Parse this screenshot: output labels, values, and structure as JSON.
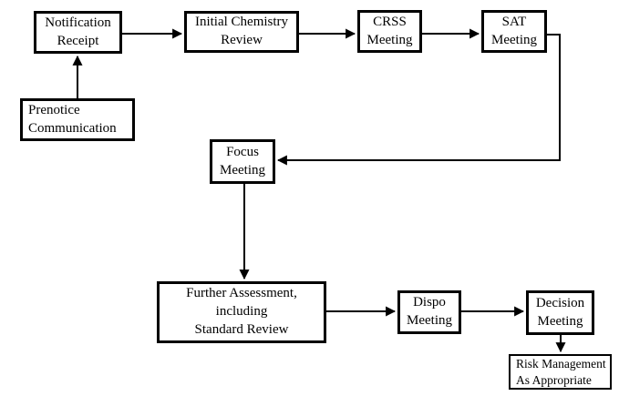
{
  "diagram": {
    "type": "flowchart",
    "background_color": "#ffffff",
    "box_border_color": "#000000",
    "line_color": "#000000",
    "text_color": "#000000",
    "nodes": {
      "notification_receipt": {
        "label": "Notification\nReceipt"
      },
      "initial_chemistry_review": {
        "label": "Initial Chemistry\nReview"
      },
      "crss_meeting": {
        "label": "CRSS\nMeeting"
      },
      "sat_meeting": {
        "label": "SAT\nMeeting"
      },
      "prenotice_communication": {
        "label": "Prenotice\nCommunication"
      },
      "focus_meeting": {
        "label": "Focus\nMeeting"
      },
      "further_assessment": {
        "label": "Further Assessment,\nincluding\nStandard Review"
      },
      "dispo_meeting": {
        "label": "Dispo\nMeeting"
      },
      "decision_meeting": {
        "label": "Decision\nMeeting"
      },
      "risk_management": {
        "label": "Risk Management\nAs Appropriate"
      }
    },
    "edges": [
      {
        "from": "prenotice_communication",
        "to": "notification_receipt"
      },
      {
        "from": "notification_receipt",
        "to": "initial_chemistry_review"
      },
      {
        "from": "initial_chemistry_review",
        "to": "crss_meeting"
      },
      {
        "from": "crss_meeting",
        "to": "sat_meeting"
      },
      {
        "from": "sat_meeting",
        "to": "focus_meeting"
      },
      {
        "from": "focus_meeting",
        "to": "further_assessment"
      },
      {
        "from": "further_assessment",
        "to": "dispo_meeting"
      },
      {
        "from": "dispo_meeting",
        "to": "decision_meeting"
      },
      {
        "from": "decision_meeting",
        "to": "risk_management"
      }
    ]
  }
}
